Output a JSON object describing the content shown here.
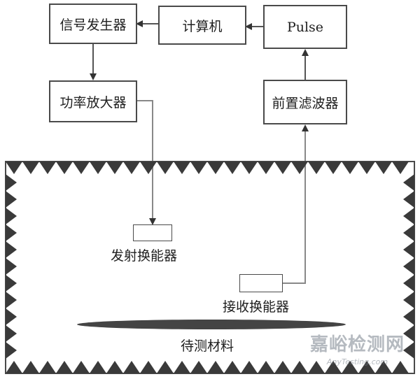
{
  "boxes": {
    "signal_generator": "信号发生器",
    "computer": "计算机",
    "pulse": "Pulse",
    "power_amplifier": "功率放大器",
    "prefilter": "前置滤波器"
  },
  "labels": {
    "transmit_transducer": "发射换能器",
    "receive_transducer": "接收换能器",
    "test_material": "待测材料"
  },
  "watermark": {
    "main": "嘉峪检测网",
    "sub": "AnyTesting.com"
  }
}
